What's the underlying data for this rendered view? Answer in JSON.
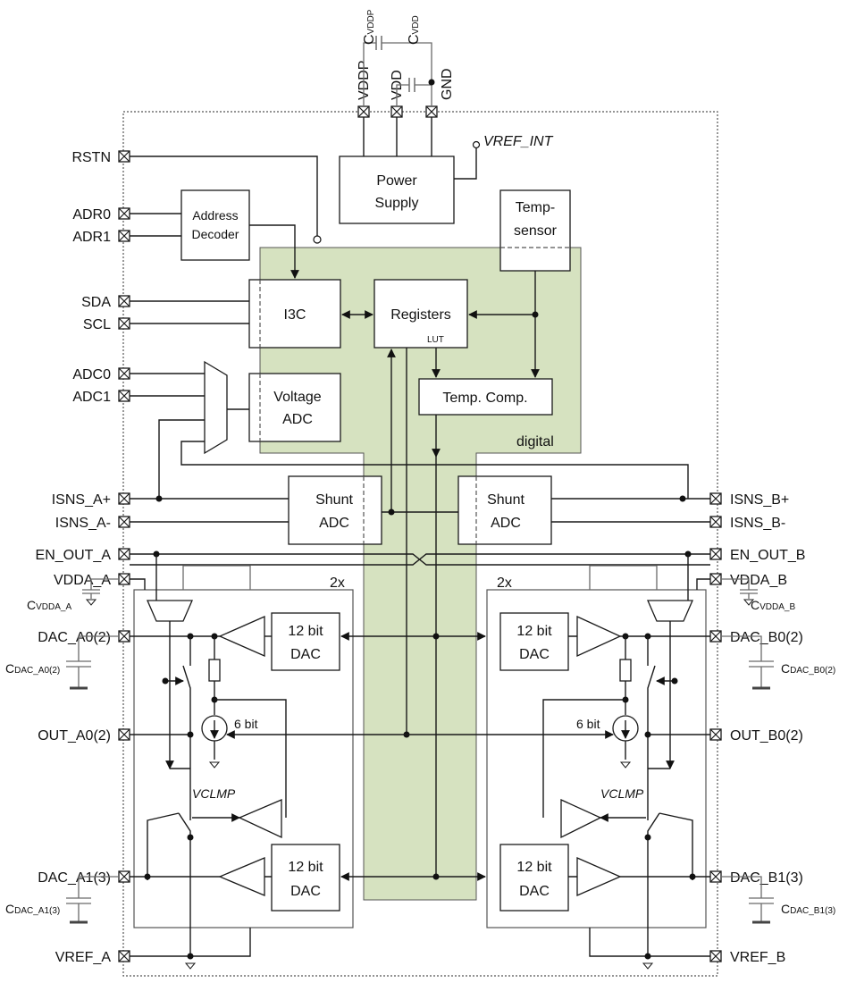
{
  "power_pins": {
    "vddp": "VDDP",
    "vdd": "VDD",
    "gnd": "GND"
  },
  "caps_top": {
    "cvddp_main": "C",
    "cvddp_sub": "VDDP",
    "cvdd_main": "C",
    "cvdd_sub": "VDD"
  },
  "vref_int": "VREF_INT",
  "blocks": {
    "power_supply": [
      "Power",
      "Supply"
    ],
    "address_decoder": [
      "Address",
      "Decoder"
    ],
    "temp_sensor": [
      "Temp-",
      "sensor"
    ],
    "i3c": "I3C",
    "registers": "Registers",
    "lut": "LUT",
    "temp_comp": "Temp. Comp.",
    "voltage_adc": [
      "Voltage",
      "ADC"
    ],
    "digital": "digital",
    "shunt_adc_a": [
      "Shunt",
      "ADC"
    ],
    "shunt_adc_b": [
      "Shunt",
      "ADC"
    ],
    "dac": [
      "12 bit",
      "DAC"
    ],
    "multiplier": "2x",
    "six_bit": "6 bit",
    "vclmp": "VCLMP"
  },
  "left_pins": [
    "RSTN",
    "ADR0",
    "ADR1",
    "SDA",
    "SCL",
    "ADC0",
    "ADC1",
    "ISNS_A+",
    "ISNS_A-",
    "EN_OUT_A",
    "VDDA_A",
    "DAC_A0(2)",
    "OUT_A0(2)",
    "DAC_A1(3)",
    "VREF_A"
  ],
  "right_pins": [
    "ISNS_B+",
    "ISNS_B-",
    "EN_OUT_B",
    "VDDA_B",
    "DAC_B0(2)",
    "OUT_B0(2)",
    "DAC_B1(3)",
    "VREF_B"
  ],
  "caps_side": {
    "cvdda_a": {
      "main": "C",
      "sub": "VDDA_A"
    },
    "cvdda_b": {
      "main": "C",
      "sub": "VDDA_B"
    },
    "cdac_a0": {
      "main": "C",
      "sub": "DAC_A0(2)"
    },
    "cdac_a1": {
      "main": "C",
      "sub": "DAC_A1(3)"
    },
    "cdac_b0": {
      "main": "C",
      "sub": "DAC_B0(2)"
    },
    "cdac_b1": {
      "main": "C",
      "sub": "DAC_B1(3)"
    }
  }
}
